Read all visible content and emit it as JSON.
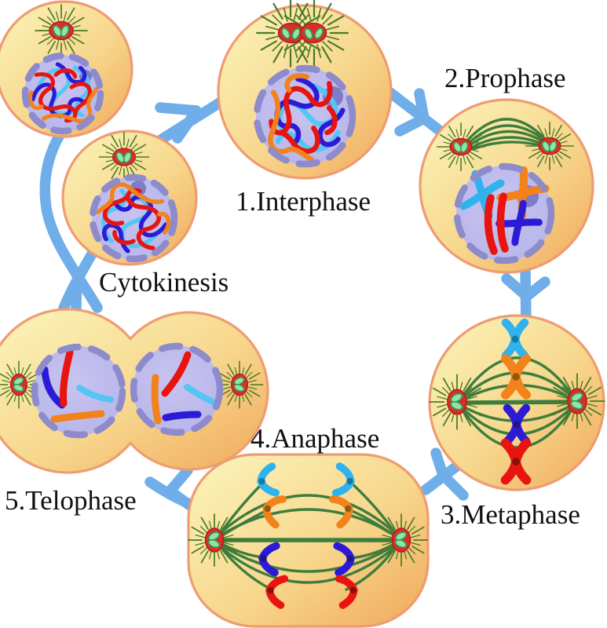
{
  "stages": [
    {
      "id": "interphase",
      "label": "1.Interphase"
    },
    {
      "id": "prophase",
      "label": "2.Prophase"
    },
    {
      "id": "metaphase",
      "label": "3.Metaphase"
    },
    {
      "id": "anaphase",
      "label": "4.Anaphase"
    },
    {
      "id": "telophase",
      "label": "5.Telophase"
    },
    {
      "id": "cytokinesis",
      "label": "Cytokinesis"
    }
  ],
  "colors": {
    "arrow": "#6FAEE9",
    "cell_fill_light": "#FBF5BC",
    "cell_fill_mid": "#F7D78D",
    "cell_fill_dark": "#F0A85B",
    "cell_stroke": "#EE9C72",
    "nucleus_fill": "#B6B3E8",
    "nucleus_fill_light": "#C7C4F1",
    "nucleus_ring": "#8D8BCB",
    "nucleolus": "#7E7BC9",
    "spindle": "#3E7D3E",
    "aster": "#4A7A28",
    "centrosome": "#D92E28",
    "centriole": "#93E3A6",
    "chromosome_red": "#E81410",
    "chromosome_blue": "#2C1BD6",
    "chromosome_cyan": "#2FB3EE",
    "chromosome_orange": "#F2821C",
    "chromatin_cyan_light": "#53C6F3",
    "centromere_cyan": "#157A9E",
    "centromere_orange": "#8F5A10",
    "centromere_blue": "#221488",
    "centromere_red": "#8C0E0E",
    "label_text": "#111111"
  }
}
